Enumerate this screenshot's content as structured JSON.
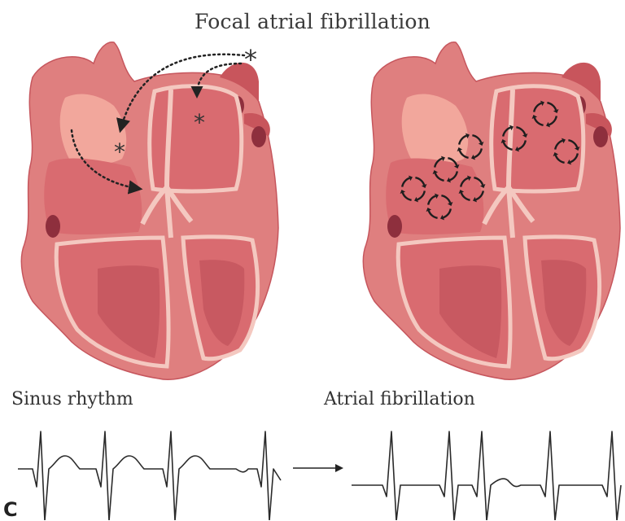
{
  "figure": {
    "title": "Focal atrial fibrillation",
    "left_label": "Sinus rhythm",
    "right_label": "Atrial fibrillation",
    "panel_letter": "C",
    "focus_marker": "*"
  },
  "colors": {
    "heart_outer": "#df7f7f",
    "heart_dark": "#c8555c",
    "chamber": "#d96b70",
    "chamber_deep": "#b94a55",
    "conduction": "#f4c8c0",
    "atrium_light": "#f2a79c",
    "arrow": "#222222",
    "ecg": "#2a2a2a"
  }
}
